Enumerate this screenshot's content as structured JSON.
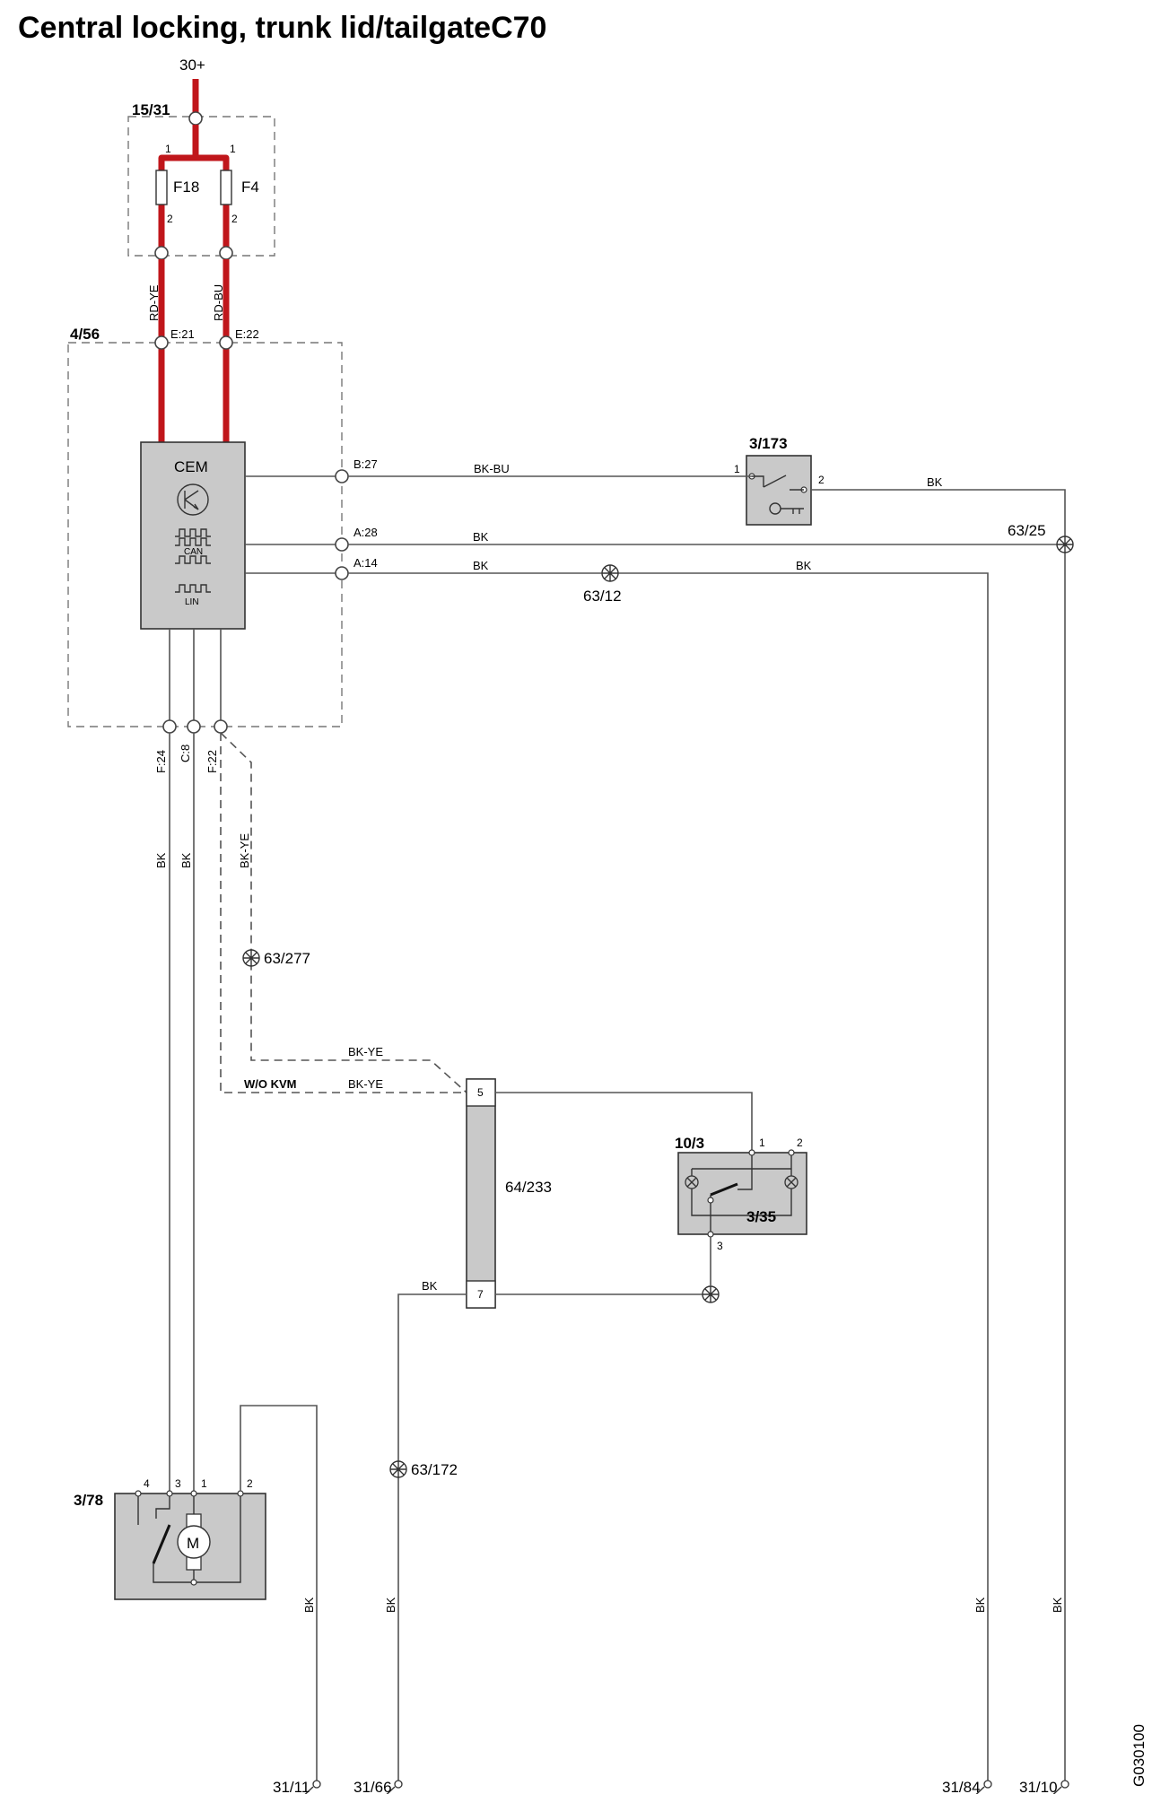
{
  "title": "Central locking, trunk lid/tailgateC70",
  "supply": "30+",
  "fuse_box": {
    "id": "15/31",
    "fuses": [
      {
        "name": "F18",
        "pin_in": "1",
        "pin_out": "2"
      },
      {
        "name": "F4",
        "pin_in": "1",
        "pin_out": "2"
      }
    ],
    "wires": [
      "RD-YE",
      "RD-BU"
    ]
  },
  "cem_module": {
    "id": "4/56",
    "name": "CEM",
    "can_label": "CAN",
    "lin_label": "LIN",
    "inputs": [
      "E:21",
      "E:22"
    ],
    "outputs": [
      "B:27",
      "A:28",
      "A:14"
    ],
    "bottom_pins": [
      "F:24",
      "C:8",
      "F:22"
    ]
  },
  "switch_3_173": {
    "id": "3/173",
    "pin_in": "1",
    "pin_out": "2"
  },
  "splices": [
    "63/25",
    "63/12",
    "63/277",
    "63/172"
  ],
  "wire_colors": {
    "bk": "BK",
    "bk_bu": "BK-BU",
    "bk_ye": "BK-YE"
  },
  "variant_label": "W/O KVM",
  "connector_64_233": {
    "id": "64/233",
    "pin_top": "5",
    "pin_bottom": "7"
  },
  "lamp_unit": {
    "id": "10/3",
    "switch_id": "3/35",
    "pins": [
      "1",
      "2",
      "3"
    ]
  },
  "motor_unit": {
    "id": "3/78",
    "motor_symbol": "M",
    "pins": [
      "4",
      "3",
      "1",
      "2"
    ]
  },
  "grounds": [
    "31/11",
    "31/66",
    "31/84",
    "31/10"
  ],
  "drawing_id": "G030100",
  "colors": {
    "power_wire": "#c0161b",
    "component_fill": "#c9c9c9",
    "wire": "#555555"
  }
}
